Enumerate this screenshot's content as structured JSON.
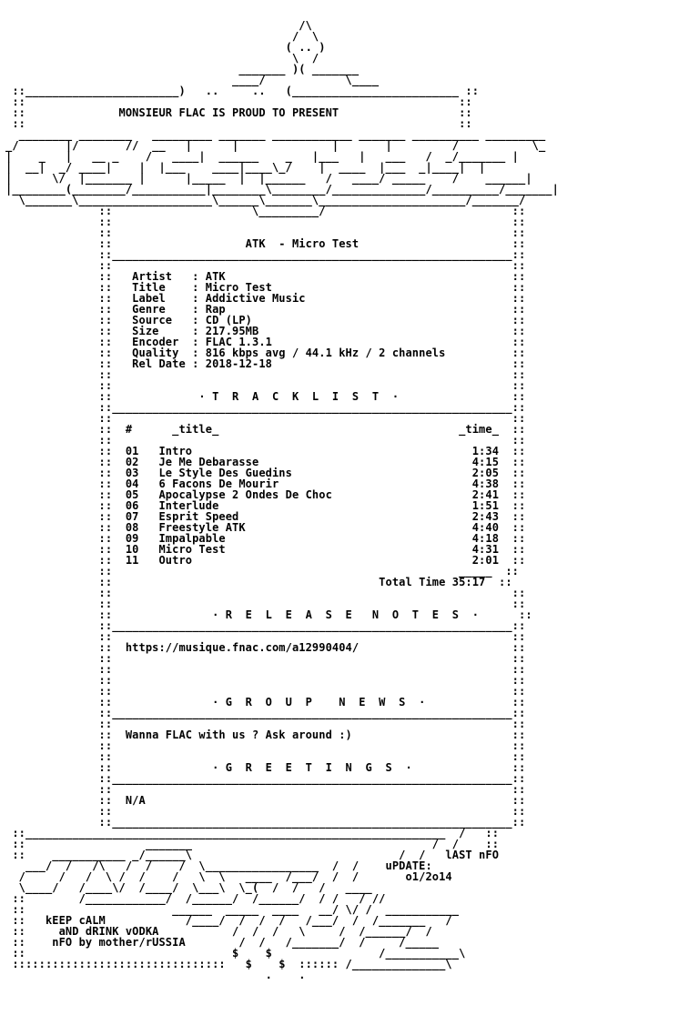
{
  "nfo": {
    "lines": [
      "                                            /\\",
      "                                           /  \\",
      "                                          ( .. )",
      "                                           \\  /",
      "                                   _______ )( _______",
      "                                  ____/            \\____",
      " ::_______________________)   ..     ..   (_________________________ ::",
      " ::                                                                 ::",
      " ::              MONSIEUR FLAC IS PROUD TO PRESENT                  ::",
      " ::                                                                 ::",
      "  ________ ________   _________ _______ ____________ _______ __________ _________",
      "_/       |/       //  __   |      |              |       |         /           \\_",
      "|    _   |   __ _    /   ____|  ______    _   |___   |   ___   /  _/_______ |",
      "|  __|  _/ ____|    |  |___    ____|____\\_/    |  ____  |___  _|____|  |",
      "|      \\/  |_______ |      |_____  |  |______   /   ____/ _____    /    ______|",
      "|________(________/___________|________\\________/______________/__________/_______|",
      "  \\_______\\____________________\\______\\_______\\______________________/_______/",
      "              ::                     \\_________/                            ::",
      "              ::                                                            ::",
      "              ::                                                            ::",
      "              ::                    ATK  - Micro Test                       ::",
      "              ::____________________________________________________________::",
      "              ::                                                            ::",
      "              ::   Artist   : ATK                                           ::",
      "              ::   Title    : Micro Test                                    ::",
      "              ::   Label    : Addictive Music                               ::",
      "              ::   Genre    : Rap                                           ::",
      "              ::   Source   : CD (LP)                                       ::",
      "              ::   Size     : 217.95MB                                      ::",
      "              ::   Encoder  : FLAC 1.3.1                                    ::",
      "              ::   Quality  : 816 kbps avg / 44.1 kHz / 2 channels          ::",
      "              ::   Rel Date : 2018-12-18                                    ::",
      "              ::                                                            ::",
      "              ::                                                            ::",
      "              ::             · T  R  A  C  K  L  I  S  T  ·                 ::",
      "              ::____________________________________________________________::",
      "              ::                                                            ::",
      "              ::  #      _title_                                    _time_  ::",
      "              ::                                                            ::",
      "              ::  01   Intro                                          1:34  ::",
      "              ::  02   Je Me Debarasse                                4:15  ::",
      "              ::  03   Le Style Des Guedins                           2:05  ::",
      "              ::  04   6 Facons De Mourir                             4:38  ::",
      "              ::  05   Apocalypse 2 Ondes De Choc                     2:41  ::",
      "              ::  06   Interlude                                      1:51  ::",
      "              ::  07   Esprit Speed                                   2:43  ::",
      "              ::  08   Freestyle ATK                                  4:40  ::",
      "              ::  09   Impalpable                                     4:18  ::",
      "              ::  10   Micro Test                                     4:31  ::",
      "              ::  11   Outro                                          2:01  ::",
      "              ::                                                    _____  ::",
      "              ::                                        Total Time 35:17  ::",
      "              ::                                                            ::",
      "              ::                                                            ::",
      "              ::               · R  E  L  E  A  S  E   N  O  T  E  S  ·      ::",
      "              ::____________________________________________________________::",
      "              ::                                                            ::",
      "              ::  https://musique.fnac.com/a12990404/                       ::",
      "              ::                                                            ::",
      "              ::                                                            ::",
      "              ::                                                            ::",
      "              ::                                                            ::",
      "              ::               · G  R  O  U  P    N  E  W  S  ·             ::",
      "              ::____________________________________________________________::",
      "              ::                                                            ::",
      "              ::  Wanna FLAC with us ? Ask around :)                        ::",
      "              ::                                                            ::",
      "              ::                                                            ::",
      "              ::               · G  R  E  E  T  I  N  G  S  ·               ::",
      "              ::____________________________________________________________::",
      "              ::                                                            ::",
      "              ::  N/A                                                       ::",
      "              ::                                                            ::",
      "              ::____________________________________________________________::",
      " ::_______________________________________________________________  /   ::",
      " ::                  _______                                    /  /    ::",
      " ::    ___________ _/______\\                               /  /   lAST nFO",
      "   ___/  /   /\\   /  /    /  \\_________________  /  /    uPDATE:",
      "  /     /   /  \\ /  /    /   \\  \\   ____  /___/  /  /       o1/2o14",
      "  \\____/   /____\\/  /____/  \\___\\  \\_(  /  /   /   ____",
      " ::        /____________/  /______/  /______/  / /   / //",
      " ::                      ______  _____  ____   __/ \\/ /  ___________",
      " ::   kEEP cALM            /____/  /  /  /   /___/  /  /_______   /",
      " ::     aND dRINK vODKA           /  /  /   \\     /  /______/  /",
      " ::    nFO by mother/rUSSIA        /  /   /_______/  /     /_____",
      " ::                               $    $                /___________\\",
      " ::::::::::::::::::::::::::::::::   $    $  :::::: /______________\\",
      "                                       .    .                      "
    ]
  }
}
